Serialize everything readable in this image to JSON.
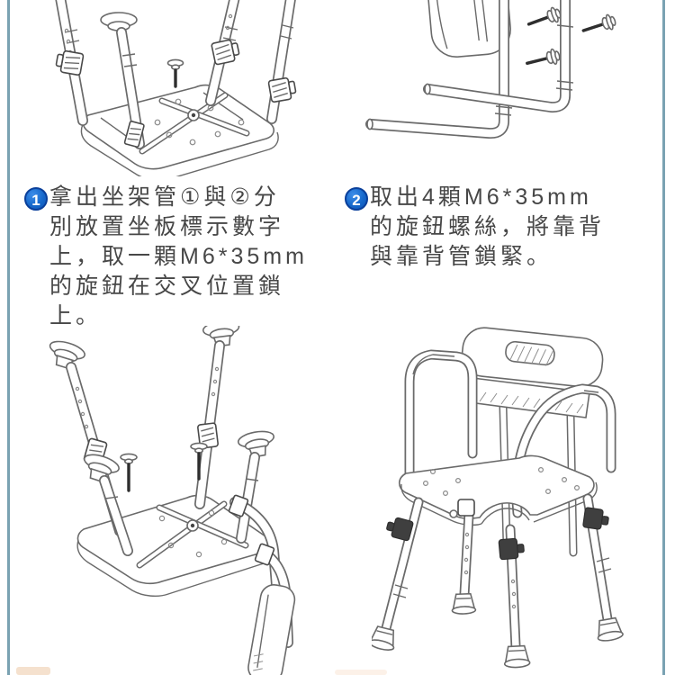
{
  "page": {
    "background": "#ffffff",
    "frame_color": "#7aa2b2",
    "text_color": "#474747",
    "line_art_color": "#6a6a6a"
  },
  "badge": {
    "fill": "#1668cb",
    "ring": "#0a3f9a",
    "text_color": "#ffffff"
  },
  "steps": [
    {
      "number": "1",
      "lines": [
        "拿出坐架管①與②分",
        "別放置坐板標示數字",
        "上，取一顆M6*35mm",
        "的旋鈕在交叉位置鎖",
        "上。"
      ]
    },
    {
      "number": "2",
      "lines": [
        "取出4顆M6*35mm",
        "的旋鈕螺絲，將靠背",
        "與靠背管鎖緊。"
      ]
    }
  ],
  "figures": [
    {
      "name": "inverted-seat-frame-with-legs-and-knob"
    },
    {
      "name": "backrest-pad-tubes-and-knob-screws"
    },
    {
      "name": "inverted-seat-with-backrest-attached"
    },
    {
      "name": "assembled-shower-chair"
    }
  ]
}
